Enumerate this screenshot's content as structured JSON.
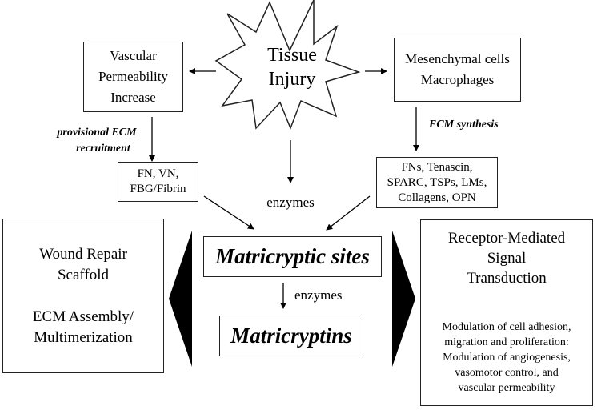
{
  "colors": {
    "stroke": "#222222",
    "fill": "#000000",
    "background": "#ffffff"
  },
  "nodes": {
    "tissue_injury": {
      "lines": [
        "Tissue",
        "Injury"
      ]
    },
    "vascular": {
      "lines": [
        "Vascular",
        "Permeability",
        "Increase"
      ]
    },
    "mesenchymal": {
      "lines": [
        "Mesenchymal cells",
        "Macrophages"
      ]
    },
    "provisional_ecm": {
      "lines": [
        "FN, VN,",
        "FBG/Fibrin"
      ]
    },
    "synthesized_ecm": {
      "lines": [
        "FNs, Tenascin,",
        "SPARC, TSPs, LMs,",
        "Collagens, OPN"
      ]
    },
    "matricryptic_sites": {
      "label": "Matricryptic sites"
    },
    "matricryptins": {
      "label": "Matricryptins"
    },
    "wound_repair": {
      "lines": [
        "Wound Repair",
        "Scaffold",
        "",
        "ECM Assembly/",
        "Multimerization"
      ]
    },
    "receptor": {
      "title_lines": [
        "Receptor-Mediated",
        "Signal",
        "Transduction"
      ],
      "detail_lines": [
        "Modulation of cell adhesion,",
        "migration and proliferation:",
        "Modulation of angiogenesis,",
        "vasomotor control, and",
        "vascular permeability"
      ]
    }
  },
  "edge_labels": {
    "provisional_recruitment": [
      "provisional ECM",
      "recruitment"
    ],
    "ecm_synthesis": "ECM synthesis",
    "enzymes_top": "enzymes",
    "enzymes_bottom": "enzymes"
  }
}
